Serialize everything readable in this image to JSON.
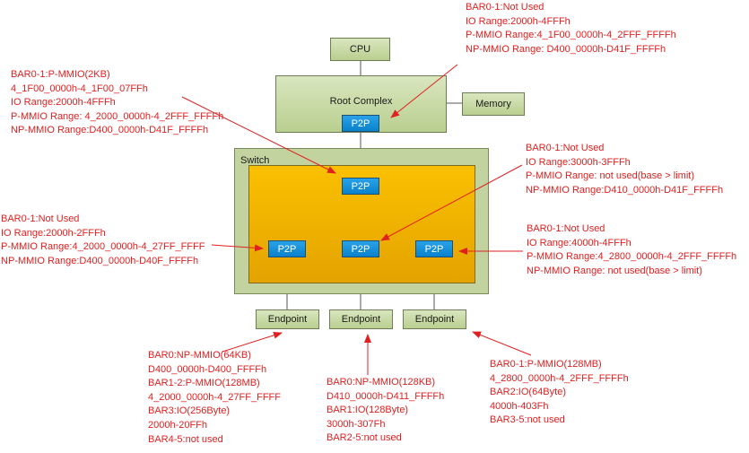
{
  "nodes": {
    "cpu": "CPU",
    "root_complex": "Root Complex",
    "memory": "Memory",
    "switch": "Switch",
    "p2p": "P2P",
    "endpoint": "Endpoint"
  },
  "annotations": {
    "root_port": [
      "BAR0-1:Not Used",
      "IO Range:2000h-4FFFh",
      "P-MMIO Range:4_1F00_0000h-4_2FFF_FFFFh",
      "NP-MMIO Range: D400_0000h-D41F_FFFFh"
    ],
    "switch_upstream": [
      "BAR0-1:P-MMIO(2KB)",
      "4_1F00_0000h-4_1F00_07FFh",
      "IO Range:2000h-4FFFh",
      "P-MMIO Range: 4_2000_0000h-4_2FFF_FFFFh",
      "NP-MMIO Range:D400_0000h-D41F_FFFFh"
    ],
    "switch_down_middle": [
      "BAR0-1:Not Used",
      "IO Range:3000h-3FFFh",
      "P-MMIO Range: not used(base > limit)",
      "NP-MMIO Range:D410_0000h-D41F_FFFFh"
    ],
    "switch_down_left": [
      "BAR0-1:Not Used",
      "IO Range:2000h-2FFFh",
      "P-MMIO Range:4_2000_0000h-4_27FF_FFFF",
      "NP-MMIO Range:D400_0000h-D40F_FFFFh"
    ],
    "switch_down_right": [
      "BAR0-1:Not Used",
      "IO Range:4000h-4FFFh",
      "P-MMIO Range:4_2800_0000h-4_2FFF_FFFFh",
      "NP-MMIO Range: not used(base > limit)"
    ],
    "endpoint_left": [
      "BAR0:NP-MMIO(64KB)",
      "D400_0000h-D400_FFFFh",
      "BAR1-2:P-MMIO(128MB)",
      "4_2000_0000h-4_27FF_FFFF",
      "BAR3:IO(256Byte)",
      "2000h-20FFh",
      "BAR4-5:not used"
    ],
    "endpoint_middle": [
      "BAR0:NP-MMIO(128KB)",
      "D410_0000h-D411_FFFFh",
      "BAR1:IO(128Byte)",
      "3000h-307Fh",
      "BAR2-5:not used"
    ],
    "endpoint_right": [
      "BAR0-1:P-MMIO(128MB)",
      "4_2800_0000h-4_2FFF_FFFFh",
      "BAR2:IO(64Byte)",
      "4000h-403Fh",
      "BAR3-5:not used"
    ]
  },
  "colors": {
    "annotation": "#e02020",
    "node_green": "#c3d39f",
    "switch_inner": "#f2b400",
    "p2p": "#1a8fd8",
    "wire": "#555555"
  }
}
